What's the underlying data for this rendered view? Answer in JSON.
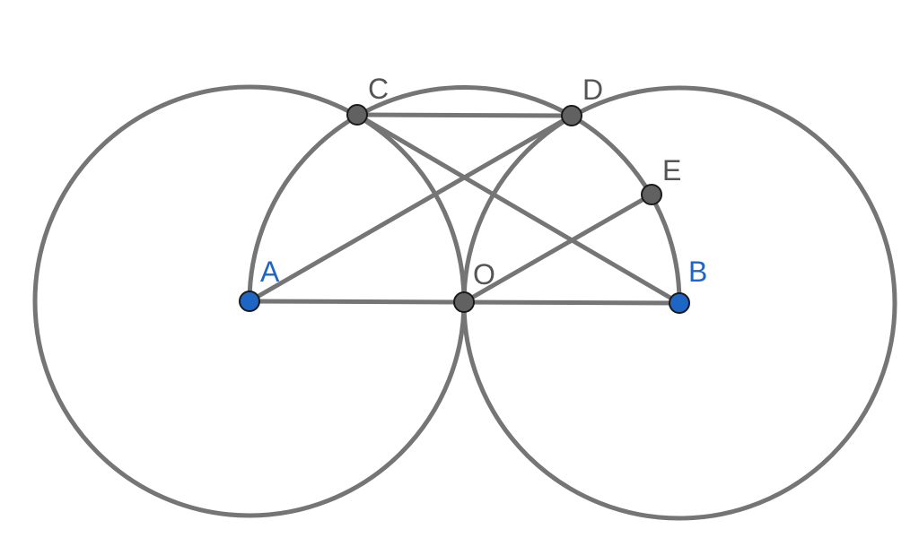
{
  "colors": {
    "line": "#757575",
    "gray_point": "#616161",
    "blue_point": "#1e66c6",
    "gray_label": "#555555",
    "blue_label": "#1e66c6"
  },
  "points": {
    "A": {
      "label": "A",
      "kind": "blue"
    },
    "B": {
      "label": "B",
      "kind": "blue"
    },
    "O": {
      "label": "O",
      "kind": "gray"
    },
    "C": {
      "label": "C",
      "kind": "gray"
    },
    "D": {
      "label": "D",
      "kind": "gray"
    },
    "E": {
      "label": "E",
      "kind": "gray"
    }
  },
  "circles": [
    {
      "name": "circle-centered-a",
      "center": "A",
      "through": "O"
    },
    {
      "name": "circle-centered-b",
      "center": "B",
      "through": "O"
    }
  ],
  "arcs": [
    {
      "name": "semicircle-ab",
      "center": "O",
      "from": "A",
      "to": "B"
    }
  ],
  "segments": [
    [
      "A",
      "O"
    ],
    [
      "O",
      "B"
    ],
    [
      "C",
      "D"
    ],
    [
      "A",
      "D"
    ],
    [
      "C",
      "B"
    ],
    [
      "O",
      "E"
    ]
  ]
}
